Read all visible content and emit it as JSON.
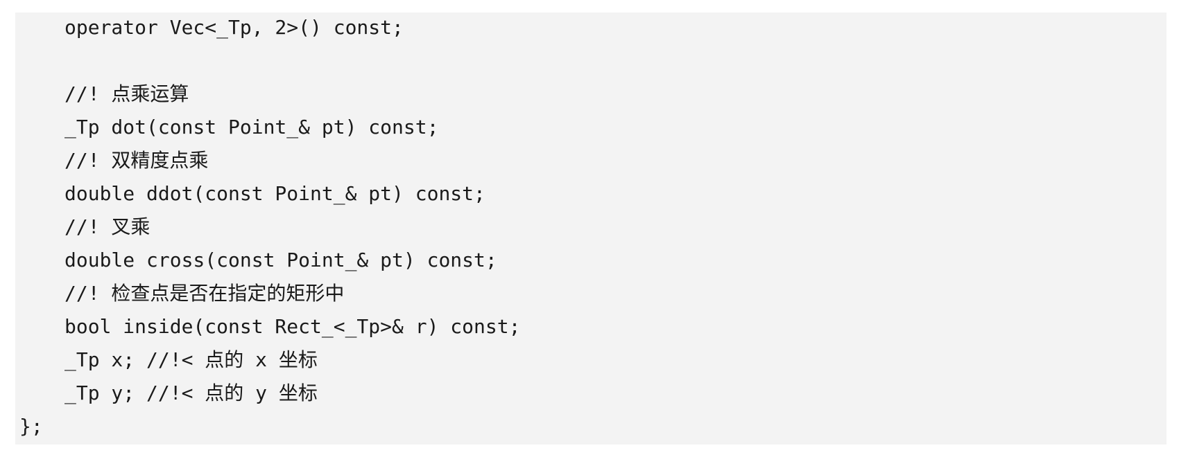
{
  "code": {
    "lines": [
      "operator Vec<_Tp, 2>() const;",
      "",
      "//! 点乘运算",
      "_Tp dot(const Point_& pt) const;",
      "//! 双精度点乘",
      "double ddot(const Point_& pt) const;",
      "//! 叉乘",
      "double cross(const Point_& pt) const;",
      "//! 检查点是否在指定的矩形中",
      "bool inside(const Rect_<_Tp>& r) const;",
      "_Tp x; //!< 点的 x 坐标",
      "_Tp y; //!< 点的 y 坐标",
      "};"
    ]
  }
}
